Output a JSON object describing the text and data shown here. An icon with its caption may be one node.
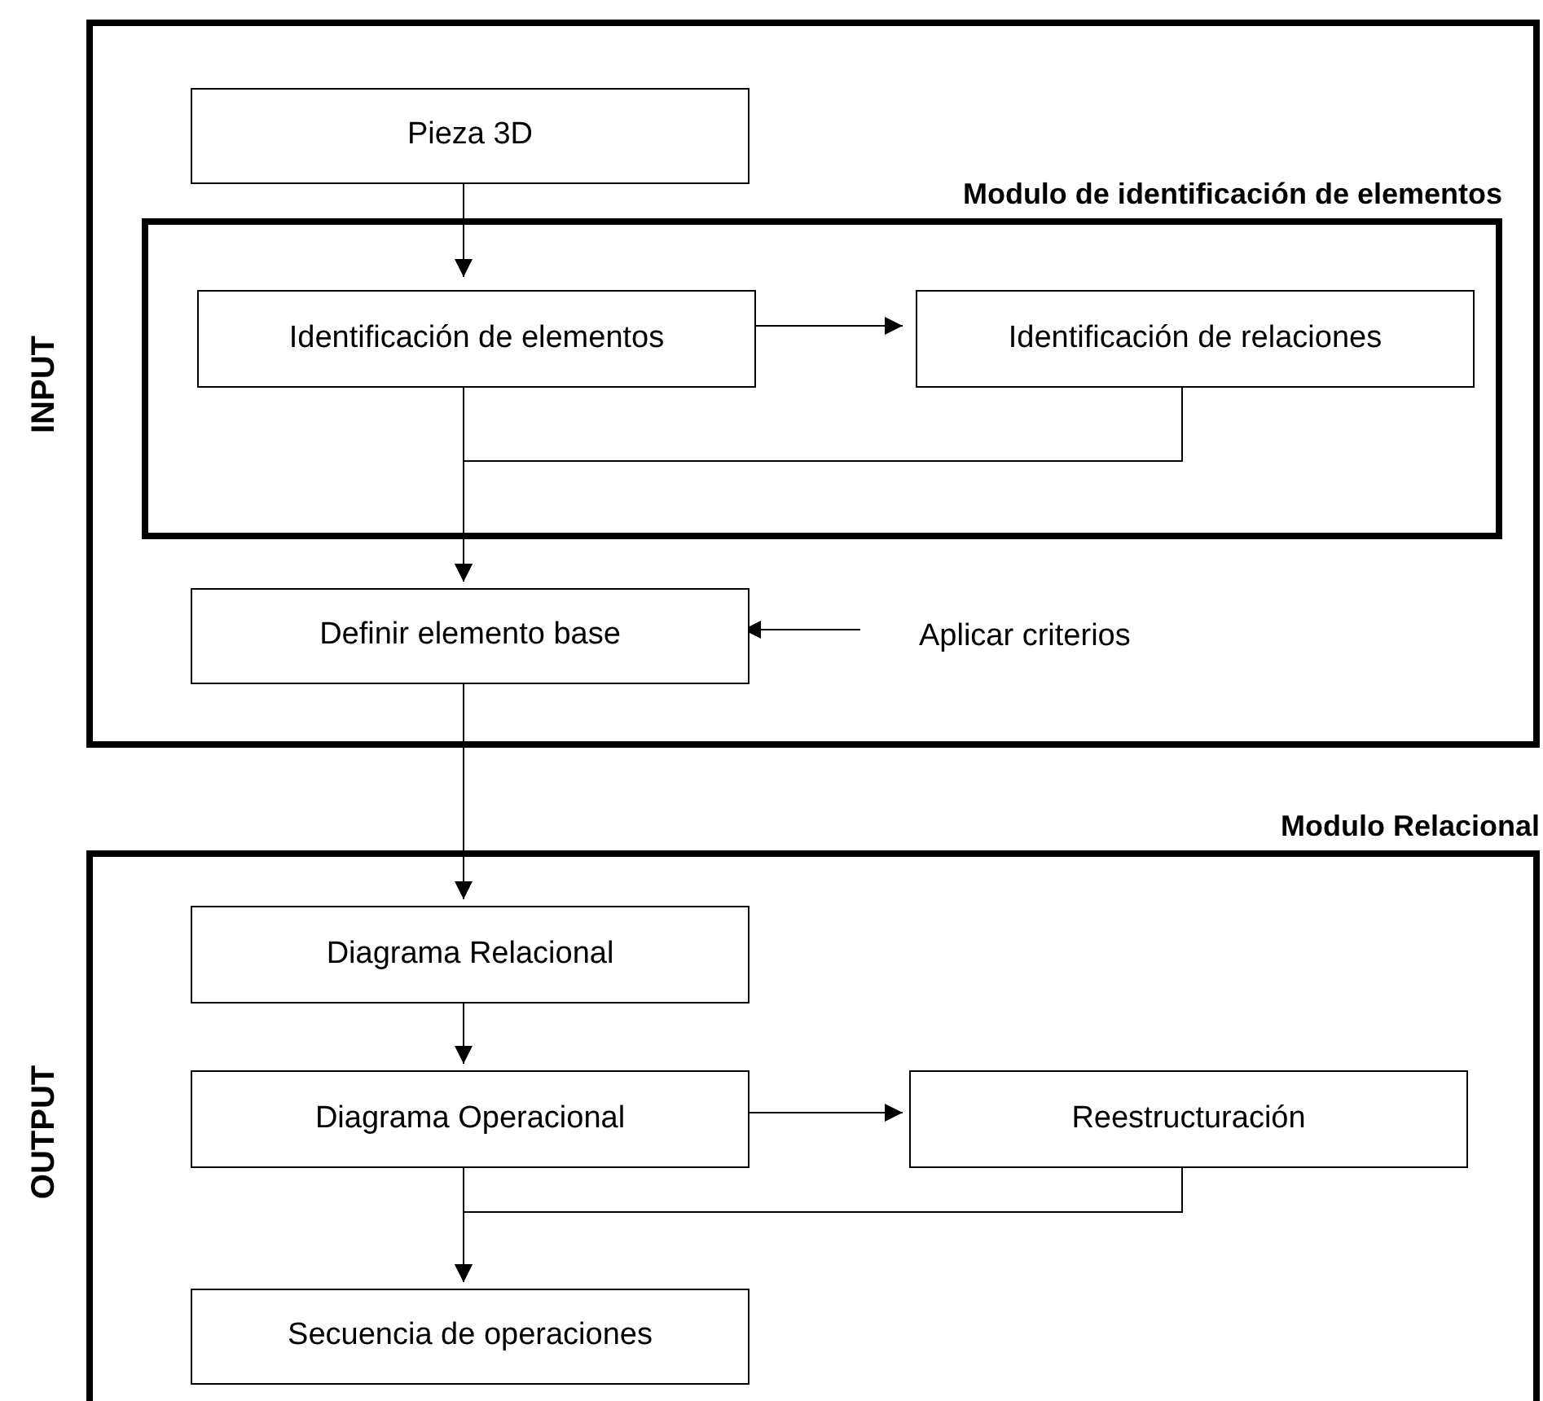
{
  "diagram": {
    "nodes": [
      {
        "text": [
          "INPUT"
        ]
      },
      {
        "text": [
          "Pieza 3D"
        ],
        "in": 0
      },
      {
        "text": [
          "Modulo de identificación de elementos"
        ],
        "in": 0
      },
      {
        "text": [
          "Identificación de elementos"
        ],
        "in": 2
      },
      {
        "text": [
          "Identificación de relaciones"
        ],
        "in": 2
      },
      {
        "text": [
          "Definir elemento base"
        ],
        "in": 0
      },
      {
        "text": [
          "Aplicar criterios"
        ],
        "in": 0
      },
      {
        "text": [
          "OUTPUT",
          "Modulo Relacional"
        ]
      },
      {
        "text": [
          "Diagrama Relacional"
        ],
        "in": 7
      },
      {
        "text": [
          "Diagrama Operacional"
        ],
        "in": 7
      },
      {
        "text": [
          "Reestructuración"
        ],
        "in": 7
      },
      {
        "text": [
          "Secuencia de operaciones"
        ],
        "in": 7
      }
    ],
    "edges": [
      {
        "from": 1,
        "to": 3,
        "arrow": "to"
      },
      {
        "from": 3,
        "to": 4,
        "arrow": "to"
      },
      {
        "from": 3,
        "to": 5,
        "arrow": "to"
      },
      {
        "from": 4,
        "to": 5,
        "arrow": "to"
      },
      {
        "from": 6,
        "to": 5,
        "arrow": "to"
      },
      {
        "from": 5,
        "to": 8,
        "arrow": "to"
      },
      {
        "from": 8,
        "to": 9,
        "arrow": "to"
      },
      {
        "from": 9,
        "to": 10,
        "arrow": "to"
      },
      {
        "from": 9,
        "to": 11,
        "arrow": "to"
      },
      {
        "from": 10,
        "to": 11,
        "arrow": "to"
      }
    ]
  }
}
